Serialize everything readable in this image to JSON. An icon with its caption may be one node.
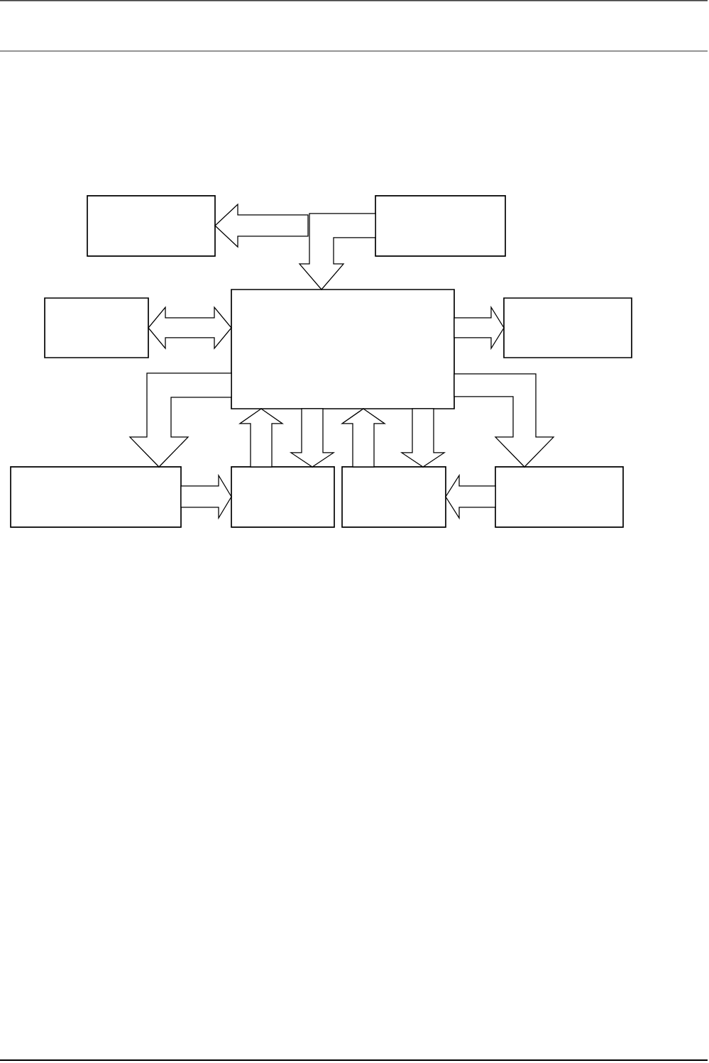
{
  "diagram": {
    "nodes": [
      {
        "text": [],
        "shape": "box"
      },
      {
        "text": [],
        "shape": "box"
      },
      {
        "text": [],
        "shape": "box"
      },
      {
        "text": [],
        "shape": "box"
      },
      {
        "text": [],
        "shape": "box"
      },
      {
        "text": [],
        "shape": "box"
      },
      {
        "text": [],
        "shape": "box"
      },
      {
        "text": [],
        "shape": "box"
      },
      {
        "text": [],
        "shape": "box"
      }
    ],
    "edges": [
      {
        "from": 1,
        "to": 0,
        "arrow": "to"
      },
      {
        "from": 1,
        "to": 3,
        "arrow": "to"
      },
      {
        "from": 2,
        "to": 3,
        "arrow": "both"
      },
      {
        "from": 3,
        "to": 4,
        "arrow": "to"
      },
      {
        "from": 3,
        "to": 5,
        "arrow": "to"
      },
      {
        "from": 6,
        "to": 3,
        "arrow": "to"
      },
      {
        "from": 3,
        "to": 6,
        "arrow": "to"
      },
      {
        "from": 7,
        "to": 3,
        "arrow": "to"
      },
      {
        "from": 3,
        "to": 7,
        "arrow": "to"
      },
      {
        "from": 3,
        "to": 8,
        "arrow": "to"
      },
      {
        "from": 5,
        "to": 6,
        "arrow": "to"
      },
      {
        "from": 8,
        "to": 7,
        "arrow": "to"
      }
    ]
  }
}
